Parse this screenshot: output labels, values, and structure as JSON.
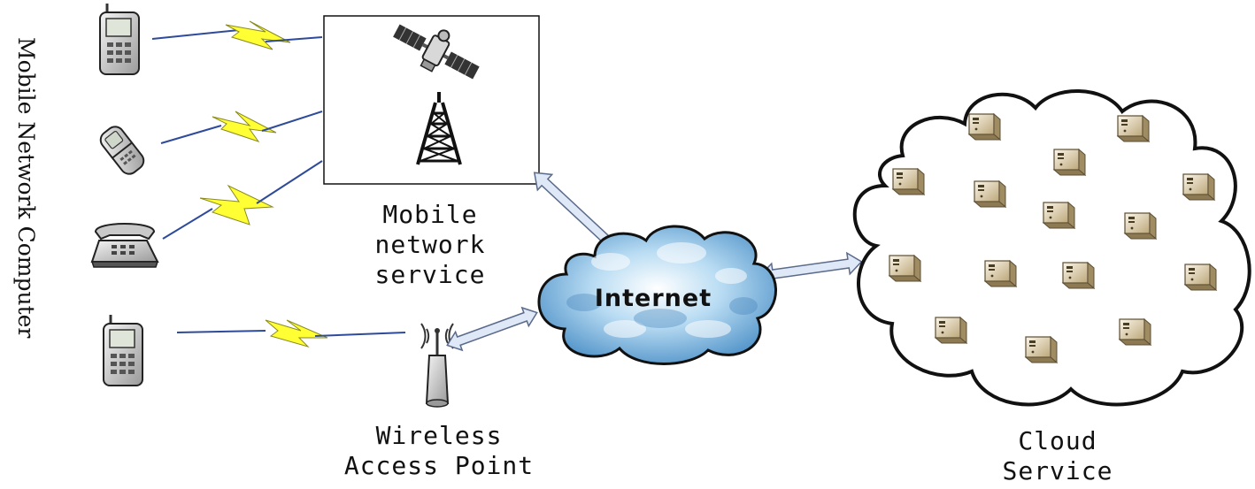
{
  "side_title": "Mobile Network Computer",
  "mobile_service": {
    "line1": "Mobile",
    "line2": "network",
    "line3": "service"
  },
  "internet": "Internet",
  "wap": {
    "line1": "Wireless",
    "line2": "Access Point"
  },
  "cloud": {
    "line1": "Cloud",
    "line2": "Service"
  },
  "colors": {
    "arrow_fill": "#dfe8f6",
    "arrow_stroke": "#5a6a8a",
    "lightning": "#ffff33",
    "lightning_tail": "#2e4a9a",
    "internet_cloud": "#8fc1e6",
    "server_body": "#e6d9bd"
  }
}
